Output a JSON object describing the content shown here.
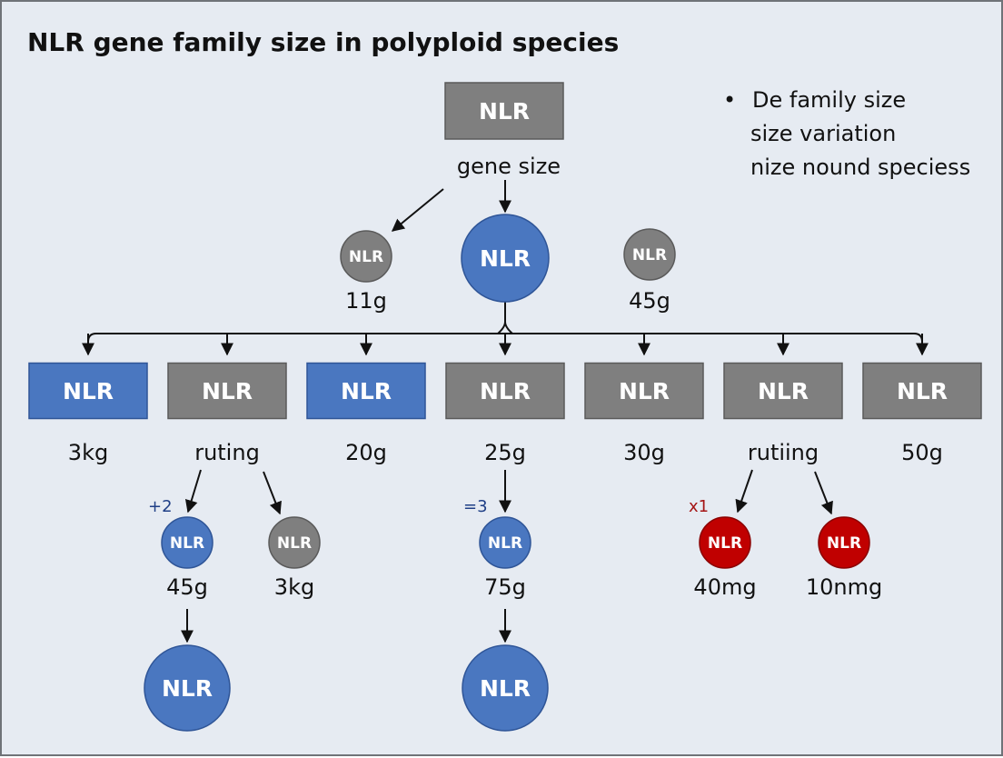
{
  "title": "NLR gene family size in polyploid species",
  "notes": {
    "bullet": "•",
    "lines": [
      "De family size",
      "size variation",
      "nize nound speciess"
    ]
  },
  "colors": {
    "blue": "#4a77c0",
    "blue_border": "#2f5597",
    "gray": "#7f7f7f",
    "gray_border": "#5a5a5a",
    "red": "#c00000",
    "red_border": "#8b0000",
    "text_on_shape": "#ffffff"
  },
  "nodes": {
    "top": {
      "text": "NLR",
      "shape": "rect",
      "color": "gray"
    },
    "center": {
      "text": "NLR",
      "shape": "circle",
      "color": "blue"
    },
    "left_small": {
      "text": "NLR",
      "shape": "circle",
      "color": "gray"
    },
    "right_small": {
      "text": "NLR",
      "shape": "circle",
      "color": "gray"
    },
    "row": [
      {
        "text": "NLR",
        "shape": "rect",
        "color": "blue"
      },
      {
        "text": "NLR",
        "shape": "rect",
        "color": "gray"
      },
      {
        "text": "NLR",
        "shape": "rect",
        "color": "blue"
      },
      {
        "text": "NLR",
        "shape": "rect",
        "color": "gray"
      },
      {
        "text": "NLR",
        "shape": "rect",
        "color": "gray"
      },
      {
        "text": "NLR",
        "shape": "rect",
        "color": "gray"
      },
      {
        "text": "NLR",
        "shape": "rect",
        "color": "gray"
      }
    ],
    "sub1a": {
      "text": "NLR",
      "shape": "circle",
      "color": "blue"
    },
    "sub1b": {
      "text": "NLR",
      "shape": "circle",
      "color": "gray"
    },
    "sub3a": {
      "text": "NLR",
      "shape": "circle",
      "color": "blue"
    },
    "sub5a": {
      "text": "NLR",
      "shape": "circle",
      "color": "red"
    },
    "sub5b": {
      "text": "NLR",
      "shape": "circle",
      "color": "red"
    },
    "big1": {
      "text": "NLR",
      "shape": "circle",
      "color": "blue"
    },
    "big3": {
      "text": "NLR",
      "shape": "circle",
      "color": "blue"
    }
  },
  "labels": {
    "gene_size": "gene size",
    "left_small": "11g",
    "right_small": "45g",
    "row": [
      "3kg",
      "ruting",
      "20g",
      "25g",
      "30g",
      "rutiing",
      "50g"
    ],
    "sub1a": "45g",
    "sub1b": "3kg",
    "sub3a": "75g",
    "sub5a": "40mg",
    "sub5b": "10nmg"
  },
  "tags": {
    "sub1a": "+2",
    "sub3a": "=3",
    "sub5a": "x1"
  }
}
